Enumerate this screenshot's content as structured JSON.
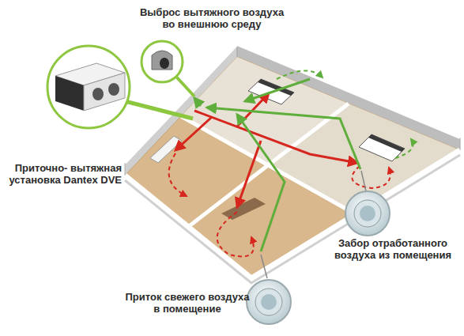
{
  "diagram": {
    "labels": [
      "Выброс вытяжного воздуха во внешнюю среду",
      "Приточно- вытяжная установка Dantex DVE",
      "Забор отработанного воздуха из помещения",
      "Приток свежего воздуха в помещение"
    ]
  }
}
